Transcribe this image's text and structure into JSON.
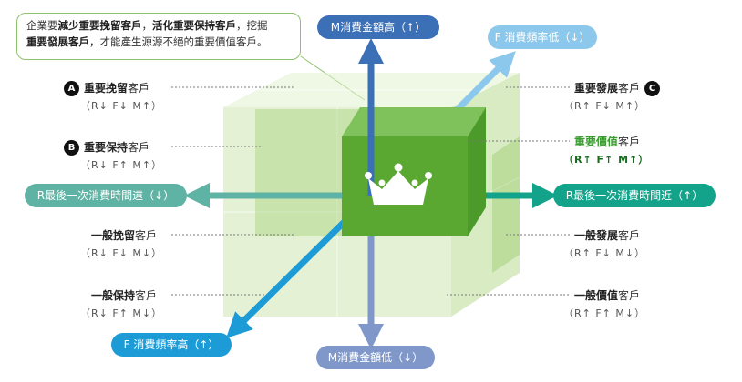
{
  "note": {
    "l1_a": "企業要",
    "l1_b": "減少重要挽留客戶",
    "l1_c": "，",
    "l1_d": "活化重要保持客戶",
    "l1_e": "，挖掘",
    "l2_a": "重要發展客戶",
    "l2_b": "，才能產生源源不絕的重要價值客戶。"
  },
  "axes": {
    "m_high": "M消費金額高（↑）",
    "m_low": "M消費金額低（↓）",
    "f_low": "F 消費頻率低（↓）",
    "f_high": "F 消費頻率高（↑）",
    "r_far": "R最後一次消費時間遠（↓）",
    "r_near": "R最後一次消費時間近（↑）"
  },
  "segments": {
    "a": {
      "badge": "A",
      "strong": "重要挽留",
      "suffix": "客戶",
      "code": "（R↓ F↓ M↑）"
    },
    "b": {
      "badge": "B",
      "strong": "重要保持",
      "suffix": "客戶",
      "code": "（R↓ F↑ M↑）"
    },
    "c": {
      "badge": "C",
      "strong": "重要發展",
      "suffix": "客戶",
      "code": "（R↑ F↓ M↑）"
    },
    "value": {
      "strong": "重要價值",
      "suffix": "客戶",
      "code": "（R↑ F↑ M↑）"
    },
    "gen_retain": {
      "strong": "一般挽留",
      "suffix": "客戶",
      "code": "（R↓ F↓ M↓）"
    },
    "gen_keep": {
      "strong": "一般保持",
      "suffix": "客戶",
      "code": "（R↓ F↑ M↓）"
    },
    "gen_develop": {
      "strong": "一般發展",
      "suffix": "客戶",
      "code": "（R↑ F↓ M↓）"
    },
    "gen_value": {
      "strong": "一般價值",
      "suffix": "客戶",
      "code": "（R↑ F↑ M↓）"
    }
  },
  "colors": {
    "m_axis": "#3b6fb6",
    "m_low": "#7f97c9",
    "f_low": "#8cc8ec",
    "f_high": "#1d9bd6",
    "r_far": "#5fb3a4",
    "r_near": "#12a38a",
    "cube": "#b9dc93",
    "core": "#5aa832"
  }
}
